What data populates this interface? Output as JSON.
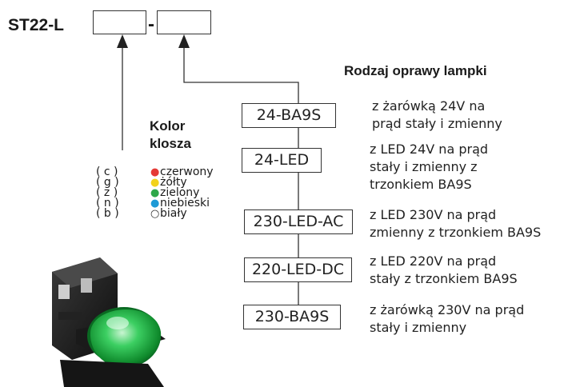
{
  "product_code": "ST22-L",
  "separator": "-",
  "lamp_holder": {
    "heading": "Rodzaj oprawy lampki",
    "options": [
      {
        "code": "24-BA9S",
        "desc": "z żarówką 24V na\nprąd stały i zmienny"
      },
      {
        "code": "24-LED",
        "desc": "z LED 24V na prąd\nstały i zmienny z\ntrzonkiem BA9S"
      },
      {
        "code": "230-LED-AC",
        "desc": "z LED 230V na prąd\nzmienny z trzonkiem BA9S"
      },
      {
        "code": "220-LED-DC",
        "desc": "z LED 220V na prąd\nstały z trzonkiem BA9S"
      },
      {
        "code": "230-BA9S",
        "desc": "z żarówką 230V na prąd\nstały i zmienny"
      }
    ]
  },
  "lens_color": {
    "heading_line1": "Kolor",
    "heading_line2": "klosza",
    "options": [
      {
        "code": "( c )",
        "name": "czerwony",
        "dot": "●",
        "color": "#e53935"
      },
      {
        "code": "( g )",
        "name": "żółty",
        "dot": "●",
        "color": "#f2d21b"
      },
      {
        "code": "( z )",
        "name": "zielony",
        "dot": "●",
        "color": "#2ea84a"
      },
      {
        "code": "( n )",
        "name": "niebieski",
        "dot": "●",
        "color": "#1e9ad6"
      },
      {
        "code": "( b )",
        "name": "biały",
        "dot": "○",
        "color": "#333333"
      }
    ]
  }
}
